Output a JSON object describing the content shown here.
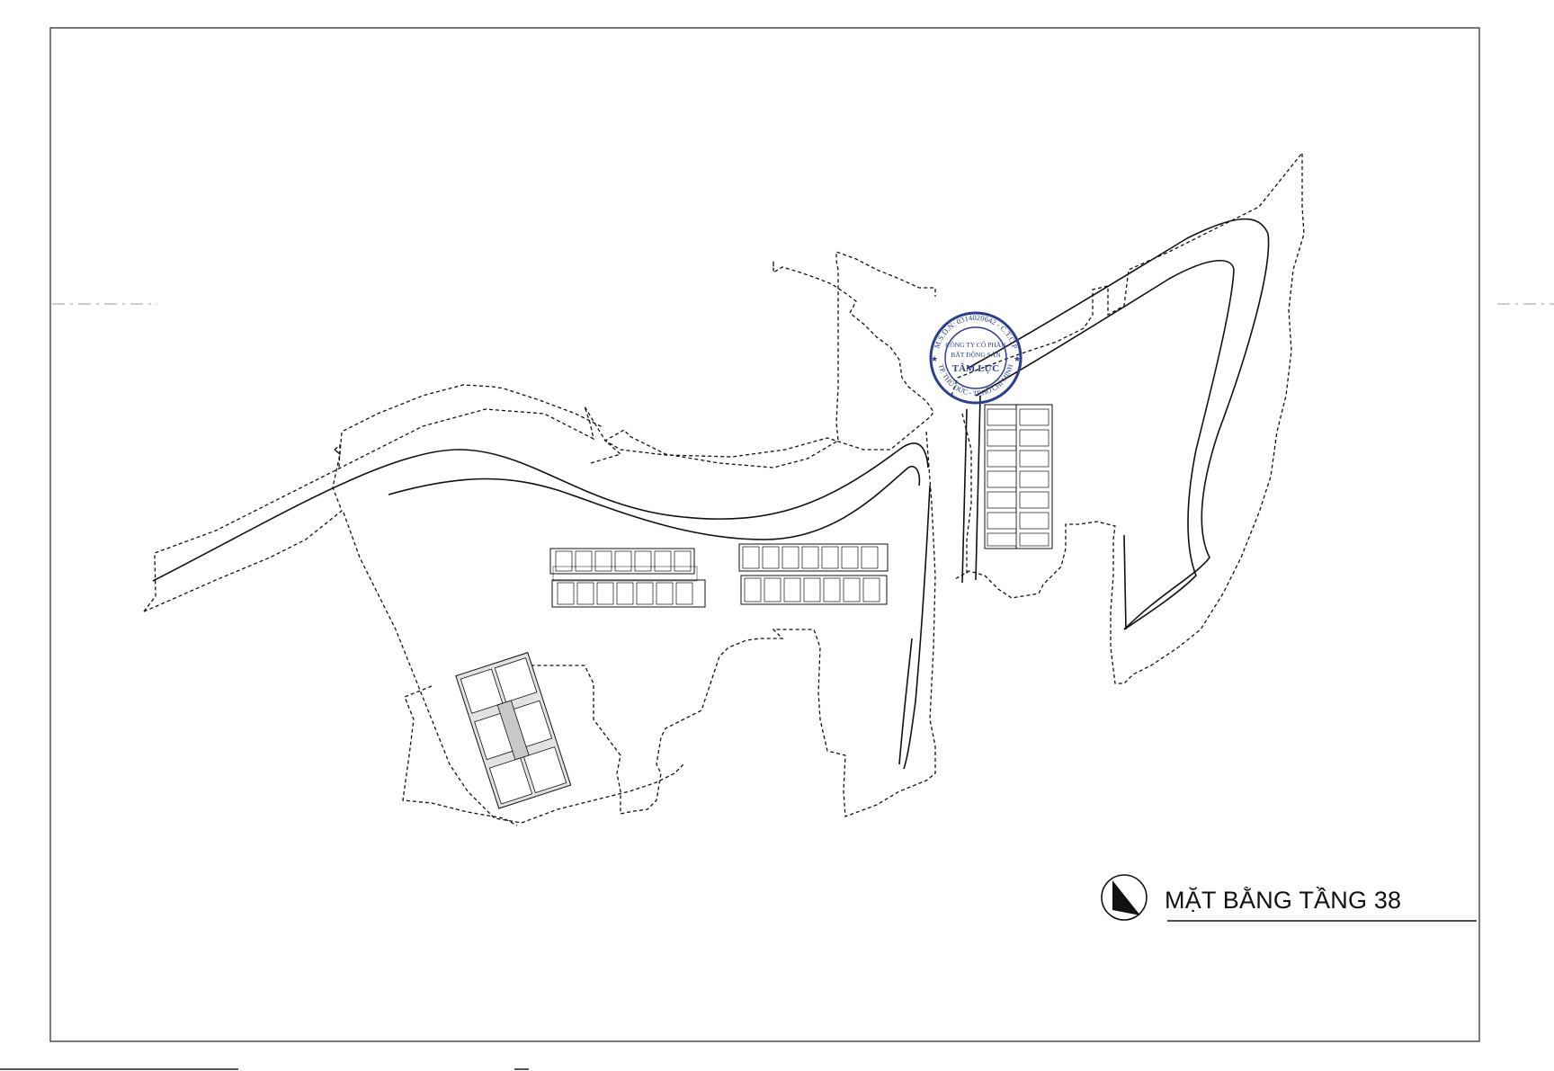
{
  "drawing": {
    "title": "MẶT BẰNG TẦNG 38",
    "north_arrow": "north-arrow-icon"
  },
  "stamp": {
    "line1": "CÔNG TY CỔ PHẦN",
    "line2": "BẤT ĐỘNG SẢN",
    "line3": "TÂM LỰC",
    "ring_top": "M.S.D.N: 0314020642 - C.T.C.P",
    "ring_bottom": "TP. THỦ ĐỨC - TP.HỒ CHÍ MINH",
    "ink_color": "#2c3f8c"
  },
  "colors": {
    "line": "#111111",
    "paper": "#ffffff"
  }
}
